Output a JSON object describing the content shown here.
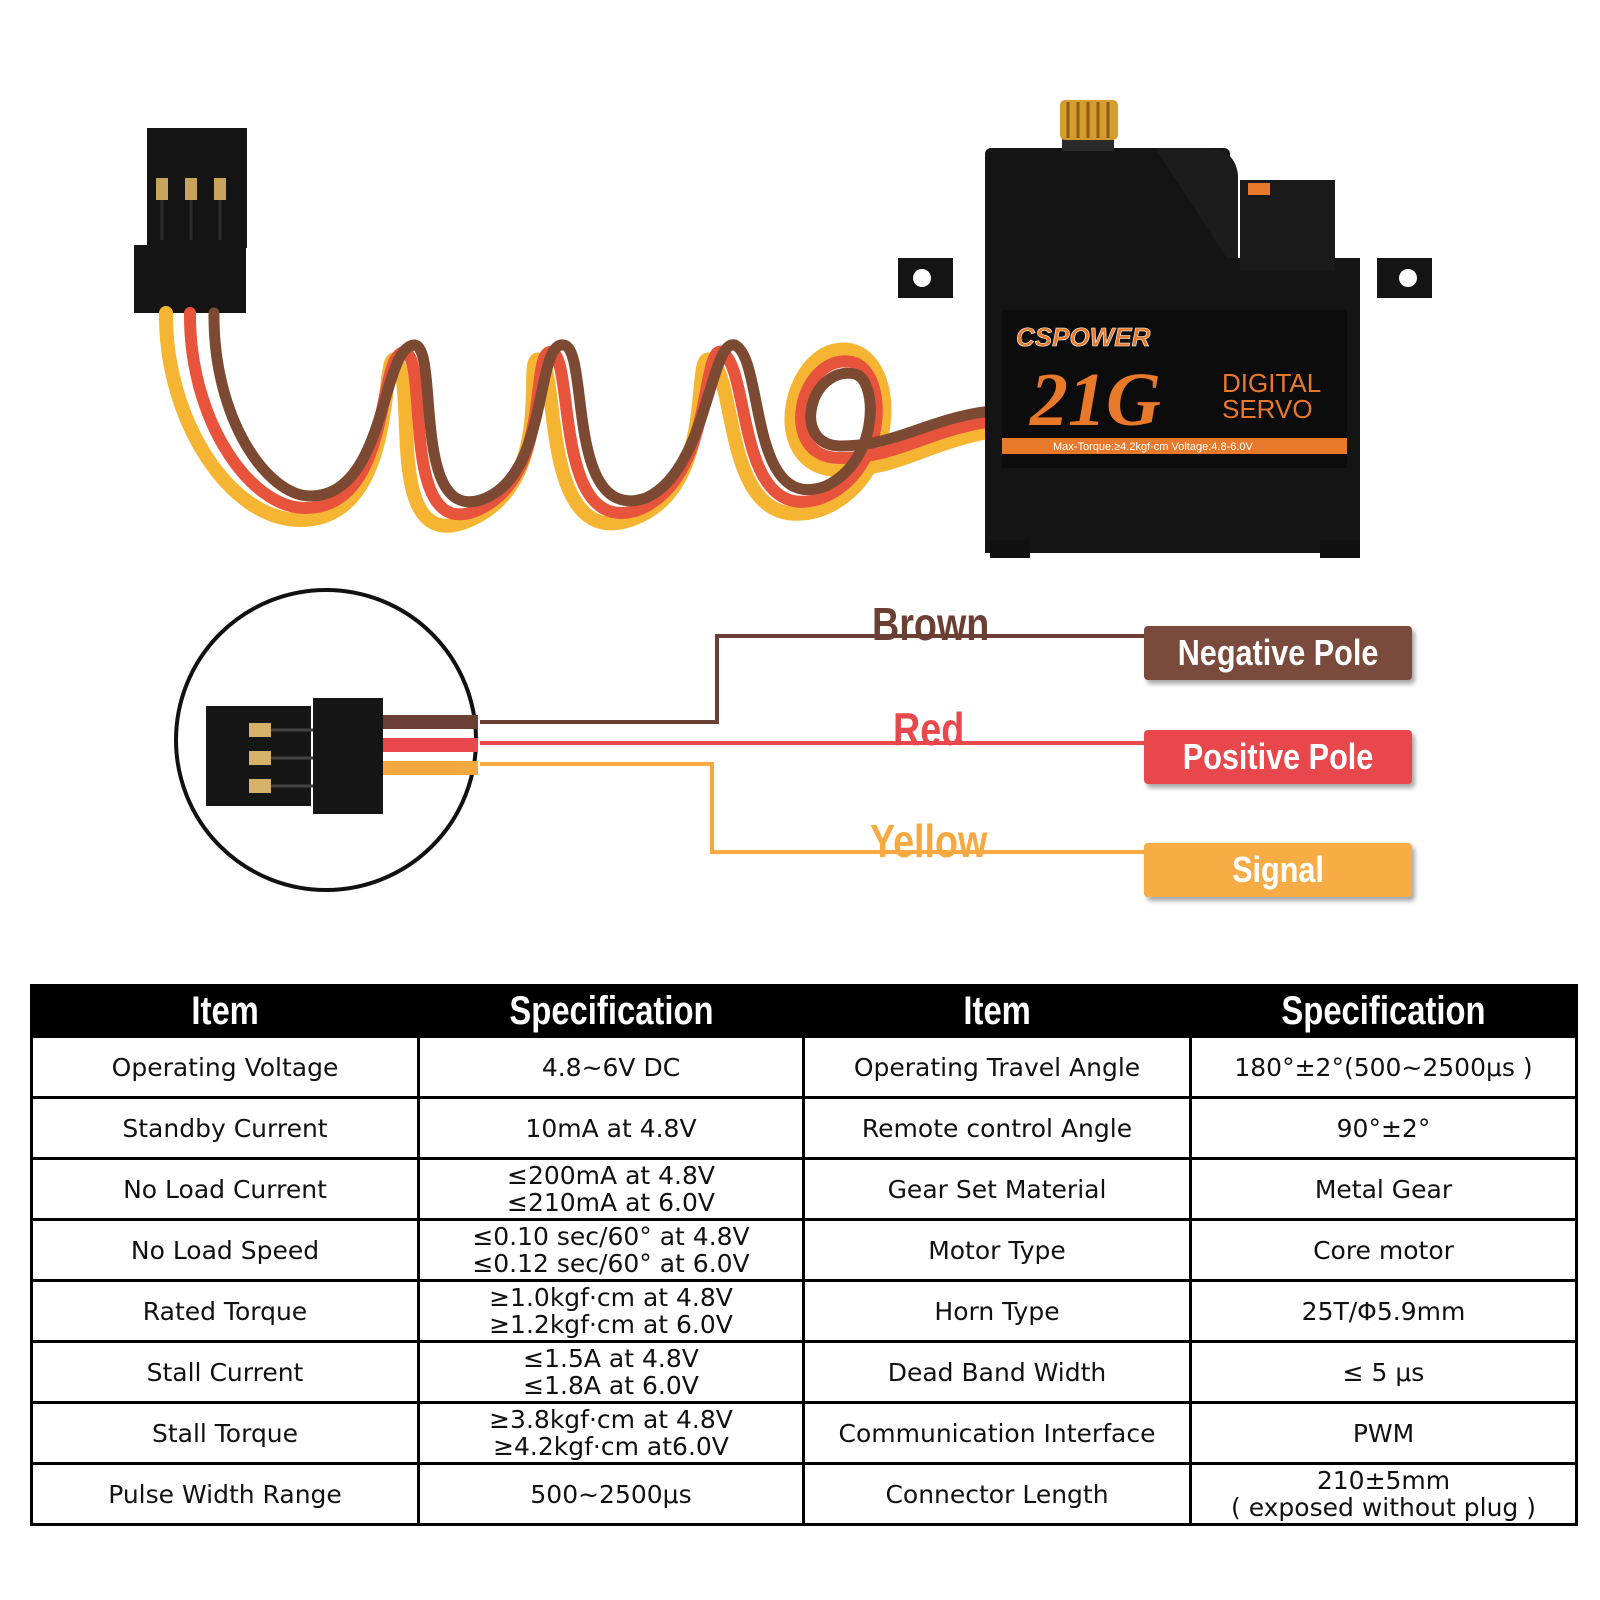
{
  "product": {
    "brand": "CSPOWER",
    "model": "21G",
    "type_line1": "DIGITAL",
    "type_line2": "SERVO",
    "strip_text": "Max-Torque:≥4.2kgf·cm  Voltage:4.8-6.0V"
  },
  "wiring": {
    "wires": [
      {
        "color_name": "Brown",
        "pole": "Negative Pole",
        "color": "#6b3f33",
        "box_color": "#7a4a3c"
      },
      {
        "color_name": "Red",
        "pole": "Positive Pole",
        "color": "#e8474c",
        "box_color": "#e8474c"
      },
      {
        "color_name": "Yellow",
        "pole": "Signal",
        "color": "#f7a83e",
        "box_color": "#f7ac45"
      }
    ]
  },
  "table": {
    "headers": [
      "Item",
      "Specification",
      "Item",
      "Specification"
    ],
    "rows": [
      {
        "item1": "Operating  Voltage",
        "spec1": [
          "4.8~6V DC"
        ],
        "item2": "Operating Travel Angle",
        "spec2": [
          "180°±2°(500~2500μs )"
        ]
      },
      {
        "item1": "Standby Current",
        "spec1": [
          "10mA at 4.8V"
        ],
        "item2": "Remote control Angle",
        "spec2": [
          "90°±2°"
        ]
      },
      {
        "item1": "No Load Current",
        "spec1": [
          "≤200mA at 4.8V",
          "≤210mA at 6.0V"
        ],
        "item2": "Gear Set Material",
        "spec2": [
          "Metal Gear"
        ]
      },
      {
        "item1": "No Load Speed",
        "spec1": [
          "≤0.10 sec/60° at 4.8V",
          "≤0.12 sec/60° at 6.0V"
        ],
        "item2": "Motor Type",
        "spec2": [
          "Core motor"
        ]
      },
      {
        "item1": "Rated  Torque",
        "spec1": [
          "≥1.0kgf·cm at 4.8V",
          "≥1.2kgf·cm at 6.0V"
        ],
        "item2": "Horn Type",
        "spec2": [
          "25T/Φ5.9mm"
        ]
      },
      {
        "item1": "Stall Current",
        "spec1": [
          "≤1.5A at 4.8V",
          "≤1.8A at 6.0V"
        ],
        "item2": "Dead Band Width",
        "spec2": [
          "≤ 5 μs"
        ]
      },
      {
        "item1": "Stall Torque",
        "spec1": [
          "≥3.8kgf·cm  at 4.8V",
          "≥4.2kgf·cm  at6.0V"
        ],
        "item2": "Communication Interface",
        "spec2": [
          "PWM"
        ]
      },
      {
        "item1": "Pulse Width Range",
        "spec1": [
          "500~2500μs"
        ],
        "item2": "Connector Length",
        "spec2": [
          "210±5mm",
          "( exposed without plug )"
        ]
      }
    ]
  }
}
